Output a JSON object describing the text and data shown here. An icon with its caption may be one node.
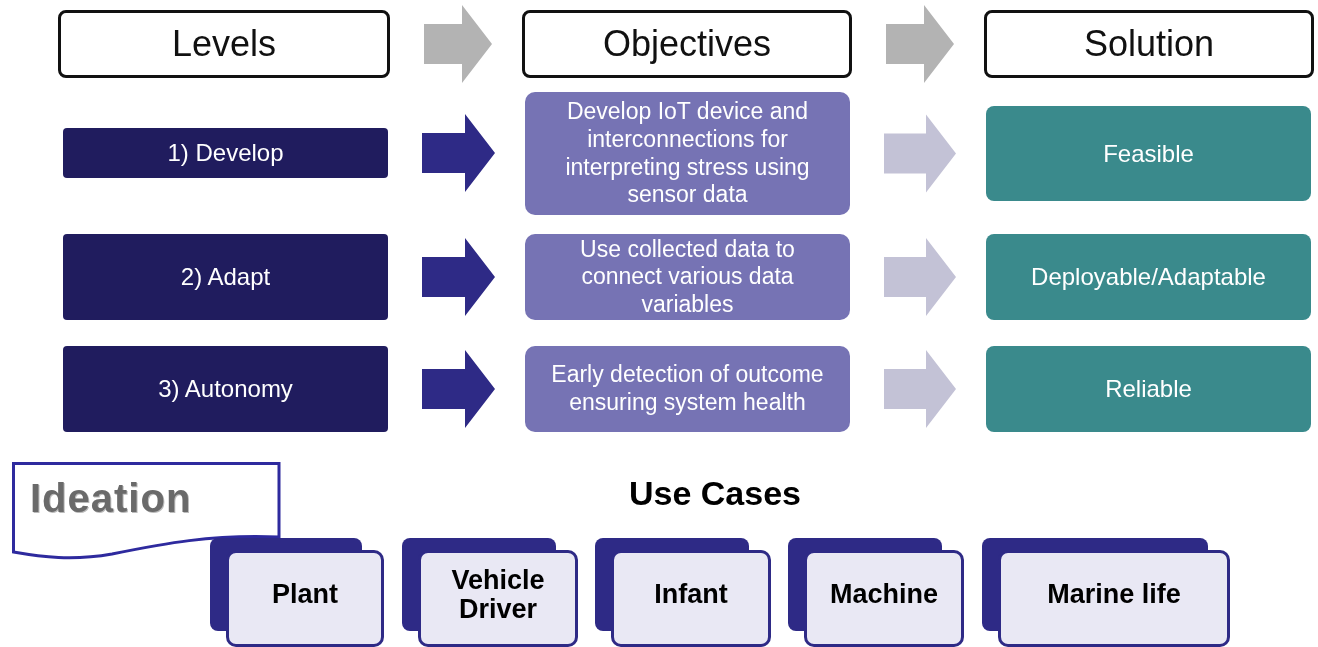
{
  "diagram": {
    "nodes": [
      {
        "text": [
          "Levels"
        ]
      },
      {
        "text": [
          "Objectives"
        ]
      },
      {
        "text": [
          "Solution"
        ]
      },
      {
        "text": [
          "1) Develop"
        ]
      },
      {
        "text": [
          "Develop IoT device and interconnections for interpreting stress using sensor data"
        ]
      },
      {
        "text": [
          "Feasible"
        ]
      },
      {
        "text": [
          "2) Adapt"
        ]
      },
      {
        "text": [
          "Use collected data to connect various data variables"
        ]
      },
      {
        "text": [
          "Deployable/Adaptable"
        ]
      },
      {
        "text": [
          "3) Autonomy"
        ]
      },
      {
        "text": [
          "Early detection of outcome ensuring system health"
        ]
      },
      {
        "text": [
          "Reliable"
        ]
      },
      {
        "text": [
          "Ideation"
        ]
      },
      {
        "text": [
          "Plant"
        ]
      },
      {
        "text": [
          "Vehicle Driver"
        ]
      },
      {
        "text": [
          "Infant"
        ]
      },
      {
        "text": [
          "Machine"
        ]
      },
      {
        "text": [
          "Marine life"
        ]
      }
    ],
    "edges": [
      {
        "from": 0,
        "to": 1,
        "arrow": "to",
        "style": "thick",
        "color": "#b3b3b3"
      },
      {
        "from": 1,
        "to": 2,
        "arrow": "to",
        "style": "thick",
        "color": "#b3b3b3"
      },
      {
        "from": 3,
        "to": 4,
        "arrow": "to",
        "style": "thick",
        "color": "#2e2a86"
      },
      {
        "from": 4,
        "to": 5,
        "arrow": "to",
        "style": "thick",
        "color": "#c3c2d6"
      },
      {
        "from": 6,
        "to": 7,
        "arrow": "to",
        "style": "thick",
        "color": "#2e2a86"
      },
      {
        "from": 7,
        "to": 8,
        "arrow": "to",
        "style": "thick",
        "color": "#c3c2d6"
      },
      {
        "from": 9,
        "to": 10,
        "arrow": "to",
        "style": "thick",
        "color": "#2e2a86"
      },
      {
        "from": 10,
        "to": 11,
        "arrow": "to",
        "style": "thick",
        "color": "#c3c2d6"
      }
    ],
    "labels": [
      "Use Cases"
    ]
  }
}
